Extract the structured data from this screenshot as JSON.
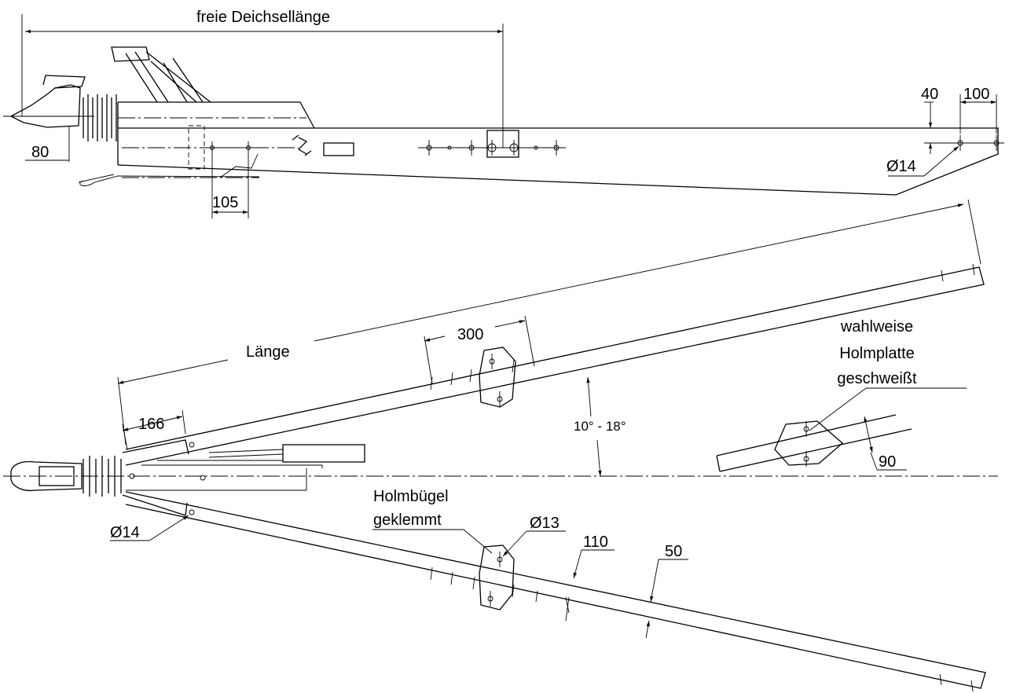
{
  "labels": {
    "free_drawbar_length": "freie Deichsellänge",
    "dim_40": "40",
    "dim_100": "100",
    "dim_80": "80",
    "dim_105": "105",
    "dia_14_top": "Ø14",
    "length": "Länge",
    "dim_300": "300",
    "dim_166": "166",
    "angle_range": "10° - 18°",
    "optional_plate_line1": "wahlweise",
    "optional_plate_line2": "Holmplatte",
    "optional_plate_line3": "geschweißt",
    "dim_90": "90",
    "clamp_bracket_line1": "Holmbügel",
    "clamp_bracket_line2": "geklemmt",
    "dia_13": "Ø13",
    "dim_110": "110",
    "dim_50": "50",
    "dia_14_bottom": "Ø14"
  }
}
